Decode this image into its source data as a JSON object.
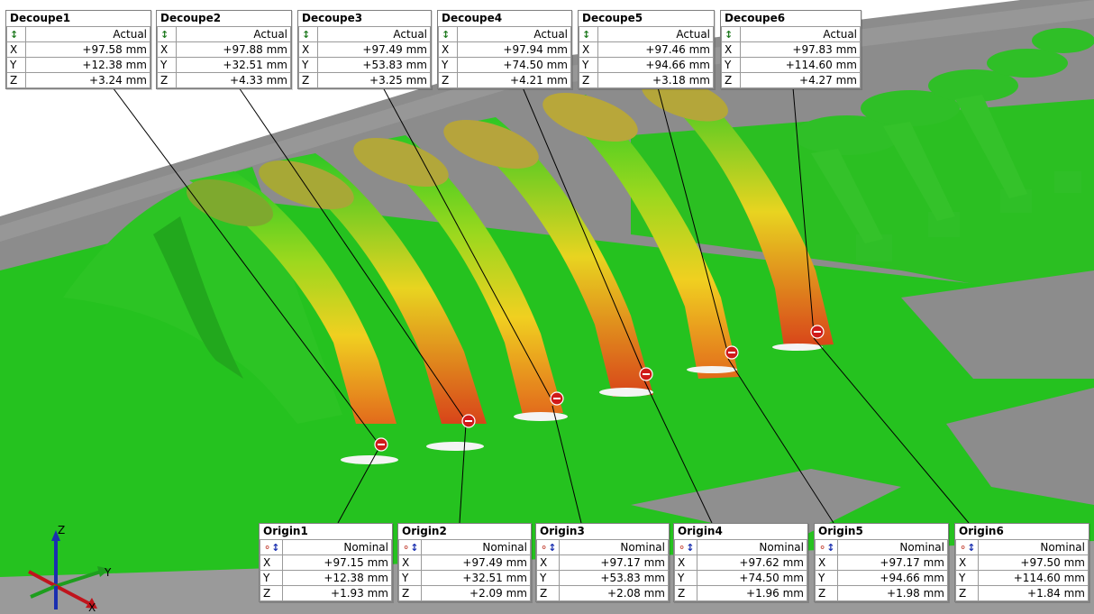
{
  "colors": {
    "plate": "#8c8c8c",
    "good_surface": "#25c21f",
    "warm_surface": "#f0d020",
    "hot_surface": "#e0541a",
    "leader_line": "#000000",
    "axis_x": "#c0141c",
    "axis_y": "#1e9e1e",
    "axis_z": "#1a2fb0"
  },
  "axis_triad": {
    "x_label": "X",
    "y_label": "Y",
    "z_label": "Z"
  },
  "actual_callouts": [
    {
      "title": "Decoupe1",
      "header": "Actual",
      "icon": "actual-arrow-icon",
      "x": "+97.58 mm",
      "y": "+12.38 mm",
      "z": "+3.24 mm"
    },
    {
      "title": "Decoupe2",
      "header": "Actual",
      "icon": "actual-arrow-icon",
      "x": "+97.88 mm",
      "y": "+32.51 mm",
      "z": "+4.33 mm"
    },
    {
      "title": "Decoupe3",
      "header": "Actual",
      "icon": "actual-arrow-icon",
      "x": "+97.49 mm",
      "y": "+53.83 mm",
      "z": "+3.25 mm"
    },
    {
      "title": "Decoupe4",
      "header": "Actual",
      "icon": "actual-arrow-icon",
      "x": "+97.94 mm",
      "y": "+74.50 mm",
      "z": "+4.21 mm"
    },
    {
      "title": "Decoupe5",
      "header": "Actual",
      "icon": "actual-arrow-icon",
      "x": "+97.46 mm",
      "y": "+94.66 mm",
      "z": "+3.18 mm"
    },
    {
      "title": "Decoupe6",
      "header": "Actual",
      "icon": "actual-arrow-icon",
      "x": "+97.83 mm",
      "y": "+114.60 mm",
      "z": "+4.27 mm"
    }
  ],
  "nominal_callouts": [
    {
      "title": "Origin1",
      "header": "Nominal",
      "icon": "nominal-point-icon",
      "x": "+97.15 mm",
      "y": "+12.38 mm",
      "z": "+1.93 mm"
    },
    {
      "title": "Origin2",
      "header": "Nominal",
      "icon": "nominal-point-icon",
      "x": "+97.49 mm",
      "y": "+32.51 mm",
      "z": "+2.09 mm"
    },
    {
      "title": "Origin3",
      "header": "Nominal",
      "icon": "nominal-point-icon",
      "x": "+97.17 mm",
      "y": "+53.83 mm",
      "z": "+2.08 mm"
    },
    {
      "title": "Origin4",
      "header": "Nominal",
      "icon": "nominal-point-icon",
      "x": "+97.62 mm",
      "y": "+74.50 mm",
      "z": "+1.96 mm"
    },
    {
      "title": "Origin5",
      "header": "Nominal",
      "icon": "nominal-point-icon",
      "x": "+97.17 mm",
      "y": "+94.66 mm",
      "z": "+1.98 mm"
    },
    {
      "title": "Origin6",
      "header": "Nominal",
      "icon": "nominal-point-icon",
      "x": "+97.50 mm",
      "y": "+114.60 mm",
      "z": "+1.84 mm"
    }
  ],
  "axis_rows": [
    "X",
    "Y",
    "Z"
  ]
}
